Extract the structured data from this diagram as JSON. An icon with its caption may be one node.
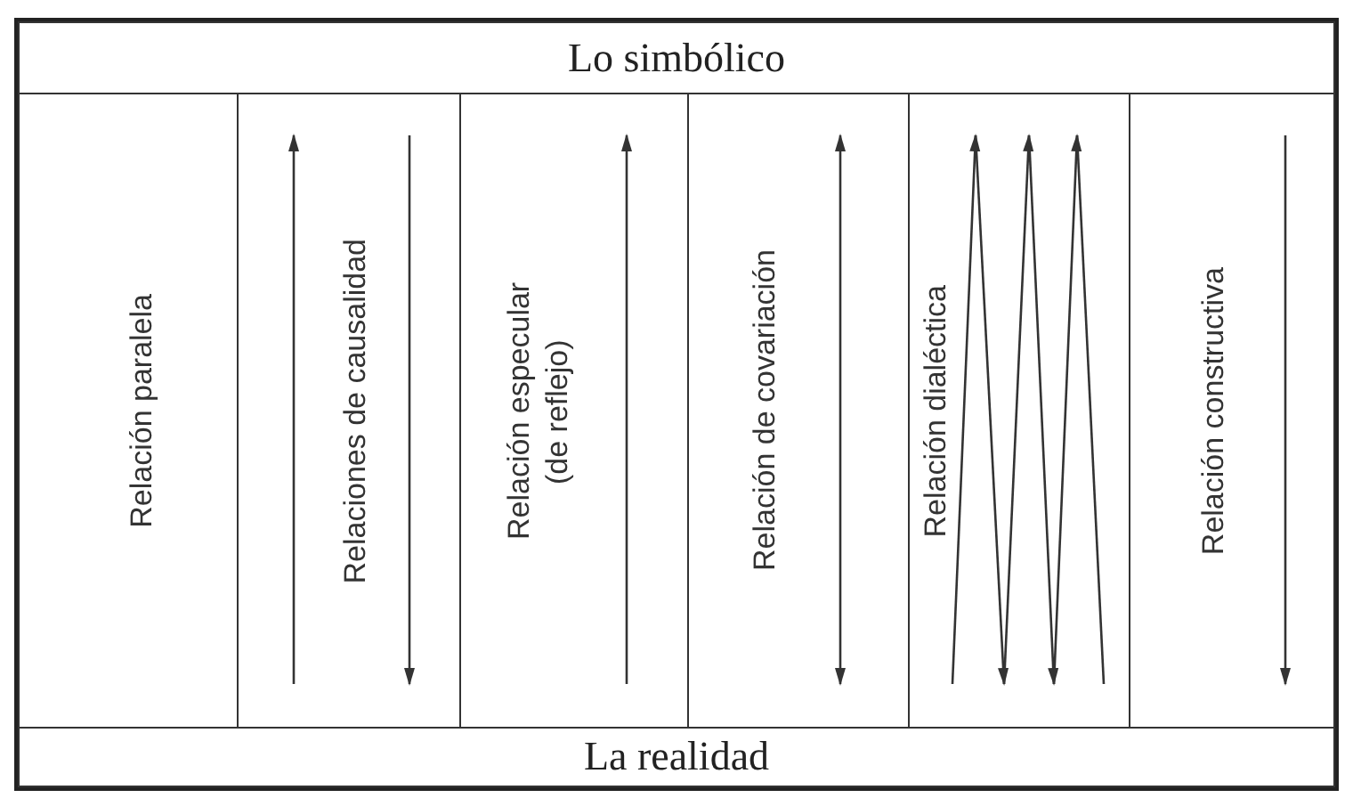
{
  "diagram": {
    "nodes": [
      {
        "text": [
          "Lo simbólico"
        ]
      },
      {
        "text": [
          "Relación paralela"
        ]
      },
      {
        "text": [
          "Relaciones de causalidad"
        ]
      },
      {
        "text": [
          "Relación especular (de reflejo)"
        ]
      },
      {
        "text": [
          "Relación de covariación"
        ]
      },
      {
        "text": [
          "Relación dialéctica"
        ]
      },
      {
        "text": [
          "Relación constructiva"
        ]
      },
      {
        "text": [
          "La realidad"
        ]
      }
    ]
  }
}
